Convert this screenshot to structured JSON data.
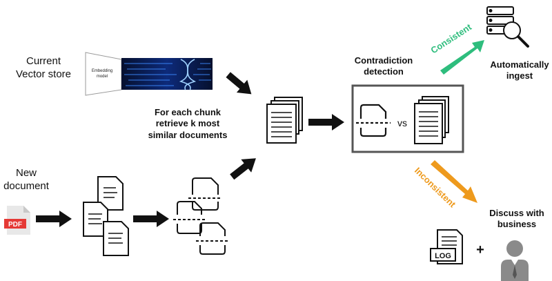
{
  "labels": {
    "current_store": "Current\nVector store",
    "embedding_model": "Embedding\nmodel",
    "for_each_chunk": "For each chunk\nretrieve k most\nsimilar documents",
    "new_document": "New\ndocument",
    "pdf": "PDF",
    "contradiction": "Contradiction\ndetection",
    "vs": "vs",
    "consistent": "Consistent",
    "inconsistent": "Inconsistent",
    "auto_ingest": "Automatically\ningest",
    "discuss": "Discuss with\nbusiness",
    "log": "LOG",
    "plus": "+"
  },
  "colors": {
    "consistent": "#2ebd7d",
    "inconsistent": "#ee9a1d",
    "arrow": "#111111",
    "pdf_red": "#e53935",
    "banner_bg": "#0a1540",
    "banner_glow": "#2f7cff"
  }
}
